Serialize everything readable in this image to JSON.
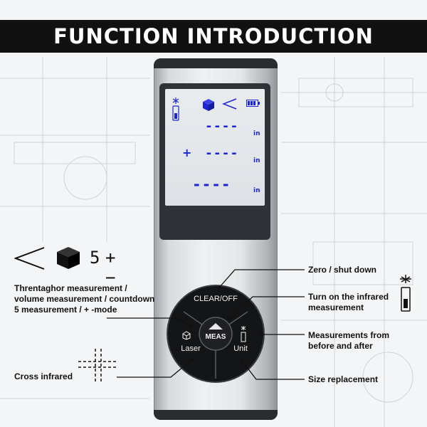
{
  "banner": {
    "title": "FUNCTION INTRODUCTION"
  },
  "screen": {
    "row1_value": "----",
    "row2_value": "----",
    "row3_value": "----",
    "unit1": "in",
    "unit2": "in",
    "unit3": "in",
    "plus_sign": "+"
  },
  "buttons": {
    "clear": "CLEAR/OFF",
    "meas": "MEAS",
    "laser": "Laser",
    "unit": "Unit"
  },
  "mode_icons": {
    "countdown_symbol": "5",
    "plus_minus": "+−"
  },
  "callouts": {
    "zero": "Zero / shut down",
    "infrared": "Turn on the infrared measurement",
    "before_after": "Measurements from before and after",
    "size": "Size replacement",
    "modes": "Threntaghor measurement / volume measurement / countdown 5 measurement / + -mode",
    "cross": "Cross infrared"
  },
  "icons": [
    "triangle-icon",
    "cube-icon",
    "laser-pointer-icon",
    "battery-icon",
    "crosshair-icon"
  ],
  "colors": {
    "lcd_text": "#1c25d6",
    "banner": "#111111"
  }
}
